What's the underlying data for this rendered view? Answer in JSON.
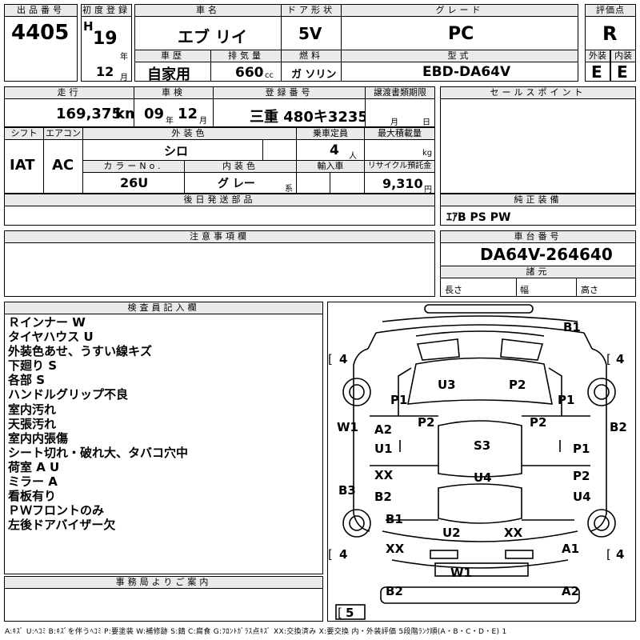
{
  "header": {
    "lot_no_label": "出品番号",
    "lot_no": "4405",
    "first_reg_label": "初度登録",
    "era": "H",
    "year": "19",
    "year_unit": "年",
    "month": "12",
    "month_unit": "月",
    "car_name_label": "車名",
    "car_name": "エブ リイ",
    "door_label": "ドア形状",
    "door": "5V",
    "grade_label": "グレード",
    "grade": "PC",
    "score_label": "評価点",
    "score": "R",
    "history_label": "車歴",
    "history": "自家用",
    "displacement_label": "排気量",
    "displacement": "660",
    "displacement_unit": "cc",
    "fuel_label": "燃料",
    "fuel": "ガ ソリン",
    "model_label": "型式",
    "model": "EBD-DA64V",
    "ext_label": "外装",
    "ext": "E",
    "int_label": "内装",
    "int": "E"
  },
  "row2": {
    "mileage_label": "走行",
    "mileage": "169,375",
    "mileage_unit": "km",
    "inspection_label": "車検",
    "insp_year": "09",
    "insp_year_unit": "年",
    "insp_month": "12",
    "insp_month_unit": "月",
    "plate_label": "登録番号",
    "plate": "三重 480キ3235",
    "transfer_label": "譲渡書類期限",
    "transfer_month_unit": "月",
    "transfer_day_unit": "日",
    "shift_label": "シフト",
    "shift": "IAT",
    "ac_label": "エアコン",
    "ac": "AC",
    "color_label": "外装色",
    "color": "シロ",
    "capacity_label": "乗車定員",
    "capacity": "4",
    "capacity_unit": "人",
    "load_label": "最大積載量",
    "load_unit": "kg",
    "color_no_label": "カラーNo.",
    "color_no": "26U",
    "interior_color_label": "内装色",
    "interior_color": "グ レー",
    "interior_suffix": "系",
    "import_label": "輸入車",
    "recycle_label": "リサイクル預託金",
    "recycle": "9,310",
    "recycle_unit": "円"
  },
  "sales_point_label": "セールスポイント",
  "later_parts_label": "後日発送部品",
  "equipment_label": "純正装備",
  "equipment": "ｴｱB PS PW",
  "notes_label": "注意事項欄",
  "chassis_label": "車台番号",
  "chassis": "DA64V-264640",
  "dims_label": "諸元",
  "length_label": "長さ",
  "width_label": "幅",
  "height_label": "高さ",
  "inspector_label": "検査員記入欄",
  "remarks": [
    "Ｒインナー W",
    "タイヤハウス U",
    "外装色あせ、うすい線キズ",
    "下廻り S",
    "各部 S",
    "ハンドルグリップ不良",
    "室内汚れ",
    "天張汚れ",
    "室内内張傷",
    "シート切れ・破れ大、タバコ穴中",
    "荷室 A U",
    "ミラー A",
    "看板有り",
    "ＰＷフロントのみ",
    "左後ドアバイザー欠"
  ],
  "office_label": "事務局よりご案内",
  "diagram": {
    "marks": [
      "B1",
      "4",
      "4",
      "U3",
      "P2",
      "P1",
      "P1",
      "P2",
      "P2",
      "W1",
      "A2",
      "B2",
      "U1",
      "S3",
      "P1",
      "XX",
      "P2",
      "B3",
      "B2",
      "U4",
      "U4",
      "B1",
      "U2",
      "XX",
      "XX",
      "A1",
      "4",
      "4",
      "W1",
      "B2",
      "A2",
      "5"
    ]
  },
  "footer": "A:ｷｽﾞ U:ﾍｺﾐ B:ｷｽﾞを伴うﾍｺﾐ P:要塗装 W:補修跡 S:錆 C:腐食 G:ﾌﾛﾝﾄｶﾞﾗｽ点ｷｽﾞ XX:交換済み X:要交換 内・外装評価 5段階ﾗﾝｸ順(A・B・C・D・E) 1"
}
